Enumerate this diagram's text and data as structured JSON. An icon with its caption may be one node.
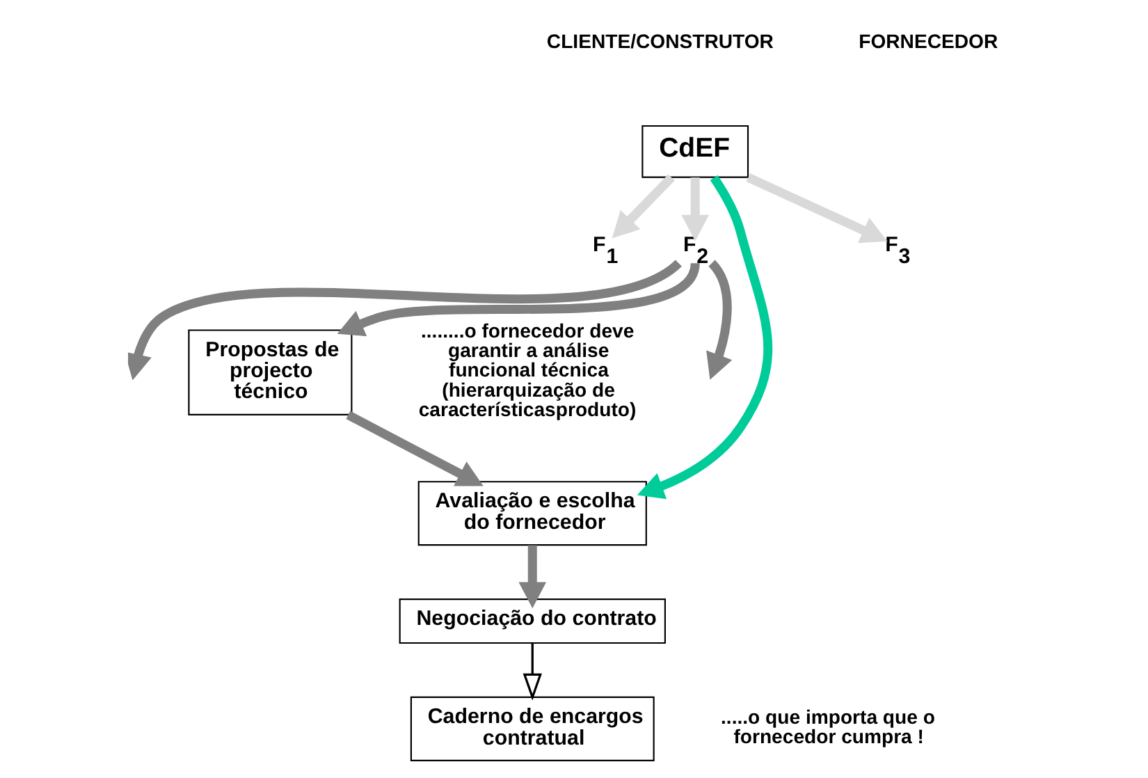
{
  "diagram": {
    "nodes": [
      {
        "text": [
          "CdEF"
        ]
      },
      {
        "text": [
          "F$_{1}$"
        ]
      },
      {
        "text": [
          "F$_{2}$"
        ]
      },
      {
        "text": [
          "F$_{3}$"
        ]
      },
      {
        "text": [
          "Propostas de projecto técnico"
        ]
      },
      {
        "text": [
          "Avaliação e escolha do fornecedor"
        ]
      },
      {
        "text": [
          "Negociação do contrato"
        ]
      },
      {
        "text": [
          "Caderno de encargos contratual"
        ]
      }
    ],
    "edges": [
      {
        "from": 0,
        "to": 1,
        "arrow": "to",
        "color": "#d9d9d9"
      },
      {
        "from": 0,
        "to": 2,
        "arrow": "to",
        "color": "#d9d9d9"
      },
      {
        "from": 0,
        "to": 3,
        "arrow": "to",
        "color": "#d9d9d9"
      },
      {
        "from": 2,
        "to": null,
        "arrow": "to",
        "color": "#808080"
      },
      {
        "from": 2,
        "to": 4,
        "arrow": "to",
        "color": "#808080"
      },
      {
        "from": 2,
        "to": null,
        "arrow": "to",
        "color": "#808080"
      },
      {
        "from": 4,
        "to": 5,
        "arrow": "to",
        "color": "#808080"
      },
      {
        "from": 0,
        "to": 5,
        "arrow": "to",
        "color": "#00cc99"
      },
      {
        "from": 5,
        "to": 6,
        "arrow": "to",
        "color": "#808080"
      },
      {
        "from": 6,
        "to": 7,
        "arrow": "to",
        "color": "#000000"
      }
    ],
    "labels": [
      "CLIENTE/CONSTRUTOR",
      "FORNECEDOR",
      "........o fornecedor deve garantir a análise funcional técnica (hierarquização de característicasproduto)",
      ".....o que importa que o fornecedor cumpra !"
    ]
  }
}
